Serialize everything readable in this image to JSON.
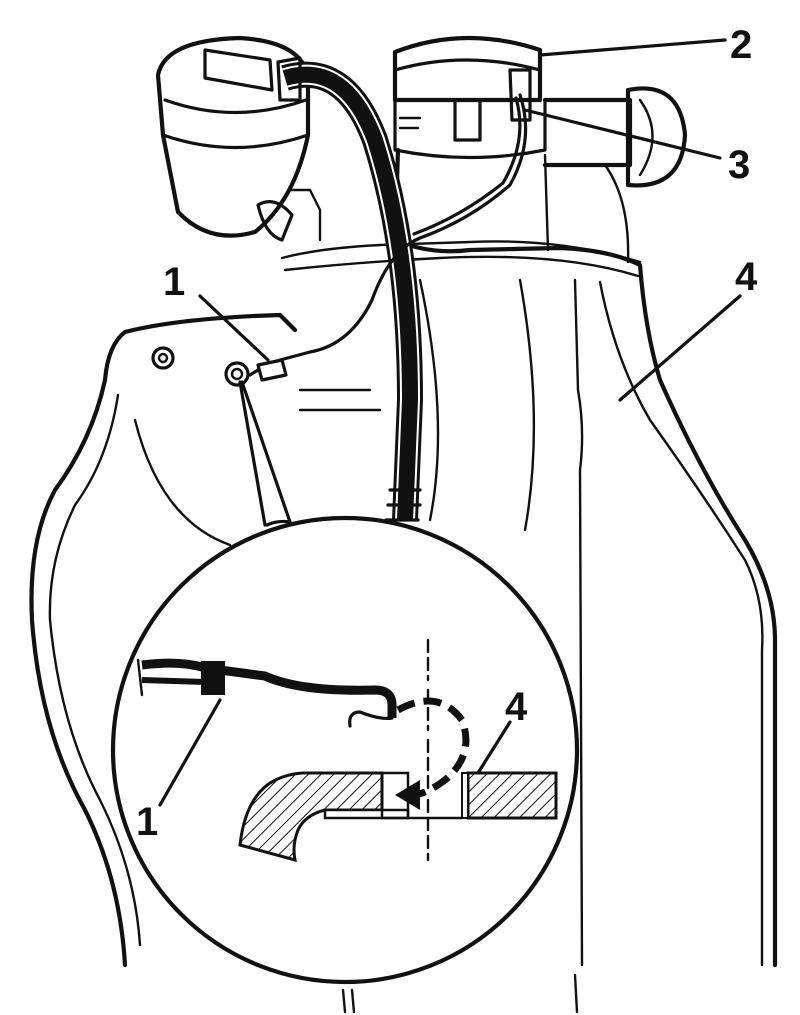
{
  "callouts": {
    "c1_top": "1",
    "c2": "2",
    "c3": "3",
    "c4_main": "4",
    "c1_detail": "1",
    "c4_detail": "4"
  },
  "colors": {
    "line": "#111111",
    "background": "#ffffff"
  }
}
